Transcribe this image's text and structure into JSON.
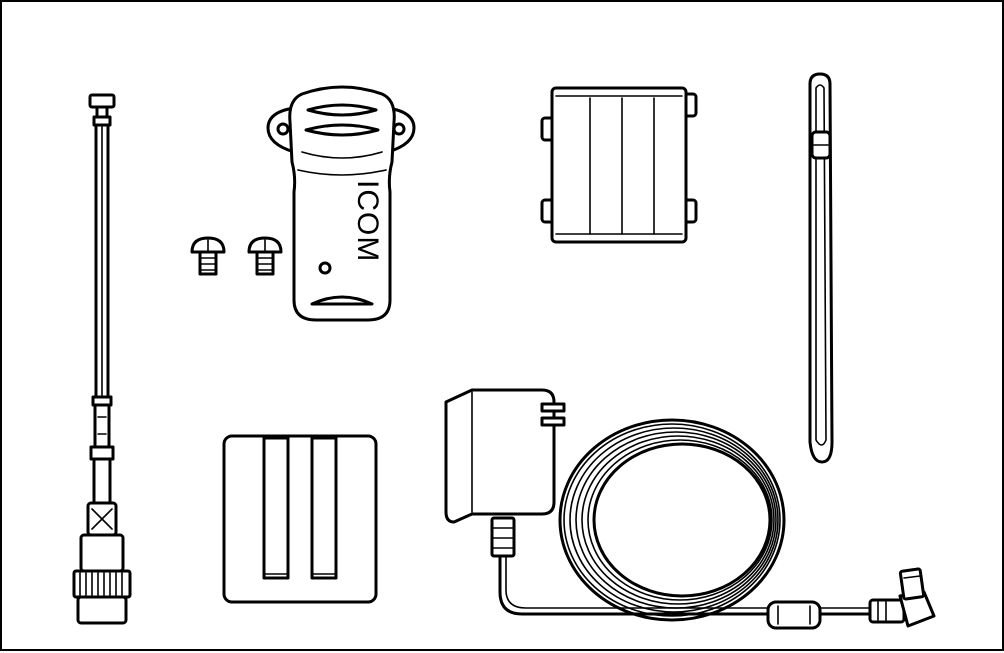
{
  "illustration": {
    "clip_logo_text": "ICOM",
    "items": [
      {
        "name": "antenna"
      },
      {
        "name": "belt-clip"
      },
      {
        "name": "screws"
      },
      {
        "name": "battery-case"
      },
      {
        "name": "hand-strap"
      },
      {
        "name": "battery-pack"
      },
      {
        "name": "ac-adapter"
      }
    ]
  }
}
